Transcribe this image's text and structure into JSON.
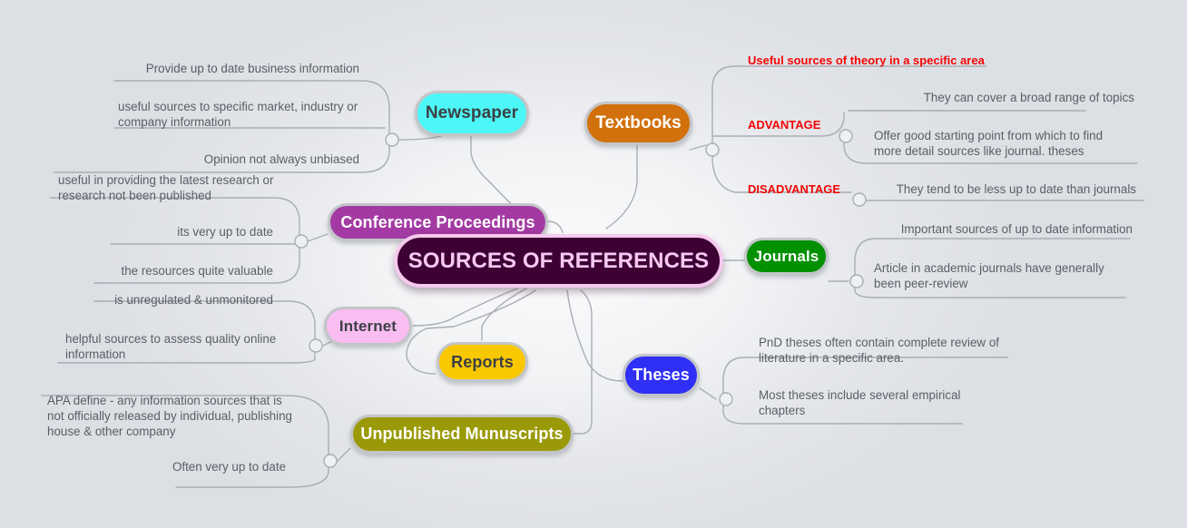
{
  "title": "SOURCES OF REFERENCES",
  "colors": {
    "background": "#dcdfe3",
    "center_fill": "#3d0233",
    "center_text": "#f7c8f0",
    "center_border": "#f6c9ee",
    "newspaper": "#4df7f7",
    "textbooks": "#d2700c",
    "conference": "#a33aa3",
    "internet": "#f9bdf2",
    "reports": "#fac800",
    "manuscripts": "#9a9a08",
    "journals": "#009000",
    "theses": "#2f2ff5",
    "leaf_text": "#5a5f66",
    "accent_red": "#f50505",
    "wire": "#a9aeb4"
  },
  "center": {
    "label": "SOURCES OF REFERENCES"
  },
  "branches": [
    {
      "id": "newspaper",
      "label": "Newspaper",
      "fill": "#4df7f7",
      "text_color": "#3b4045",
      "leaves": [
        {
          "text": "Provide up to date business information"
        },
        {
          "text": "useful sources to specific market, industry or\ncompany information"
        },
        {
          "text": "Opinion not always unbiased"
        }
      ]
    },
    {
      "id": "textbooks",
      "label": "Textbooks",
      "fill": "#d2700c",
      "text_color": "#ffffff",
      "leaves": [
        {
          "text": "Useful sources of theory in a specific area",
          "style": "red"
        },
        {
          "text": "ADVANTAGE",
          "style": "red"
        },
        {
          "text": "They can cover a broad range of topics"
        },
        {
          "text": "Offer good starting point from which to find\nmore detail sources like journal. theses"
        },
        {
          "text": "DISADVANTAGE",
          "style": "red"
        },
        {
          "text": "They tend to be less up to date than journals"
        }
      ]
    },
    {
      "id": "conference",
      "label": "Conference Proceedings",
      "fill": "#a33aa3",
      "text_color": "#ffffff",
      "leaves": [
        {
          "text": "useful in providing the latest research or\nresearch not been published"
        },
        {
          "text": "its very up to date"
        },
        {
          "text": "the resources quite valuable"
        }
      ]
    },
    {
      "id": "internet",
      "label": "Internet",
      "fill": "#f9bdf2",
      "text_color": "#3b4045",
      "leaves": [
        {
          "text": "is unregulated & unmonitored"
        },
        {
          "text": "helpful sources to assess quality online\ninformation"
        }
      ]
    },
    {
      "id": "reports",
      "label": "Reports",
      "fill": "#fac800",
      "text_color": "#3b4045",
      "leaves": []
    },
    {
      "id": "manuscripts",
      "label": "Unpublished Munuscripts",
      "fill": "#9a9a08",
      "text_color": "#ffffff",
      "leaves": [
        {
          "text": "APA define - any information sources that is\nnot officially released by individual, publishing\nhouse & other company"
        },
        {
          "text": "Often very up to date"
        }
      ]
    },
    {
      "id": "journals",
      "label": "Journals",
      "fill": "#009000",
      "text_color": "#ffffff",
      "leaves": [
        {
          "text": "Important sources of up to date information"
        },
        {
          "text": "Article in academic journals have generally\nbeen peer-review"
        }
      ]
    },
    {
      "id": "theses",
      "label": "Theses",
      "fill": "#2f2ff5",
      "text_color": "#ffffff",
      "leaves": [
        {
          "text": "PnD theses often contain complete review of\nliterature in a specific area."
        },
        {
          "text": "Most theses include several empirical\nchapters"
        }
      ]
    }
  ]
}
